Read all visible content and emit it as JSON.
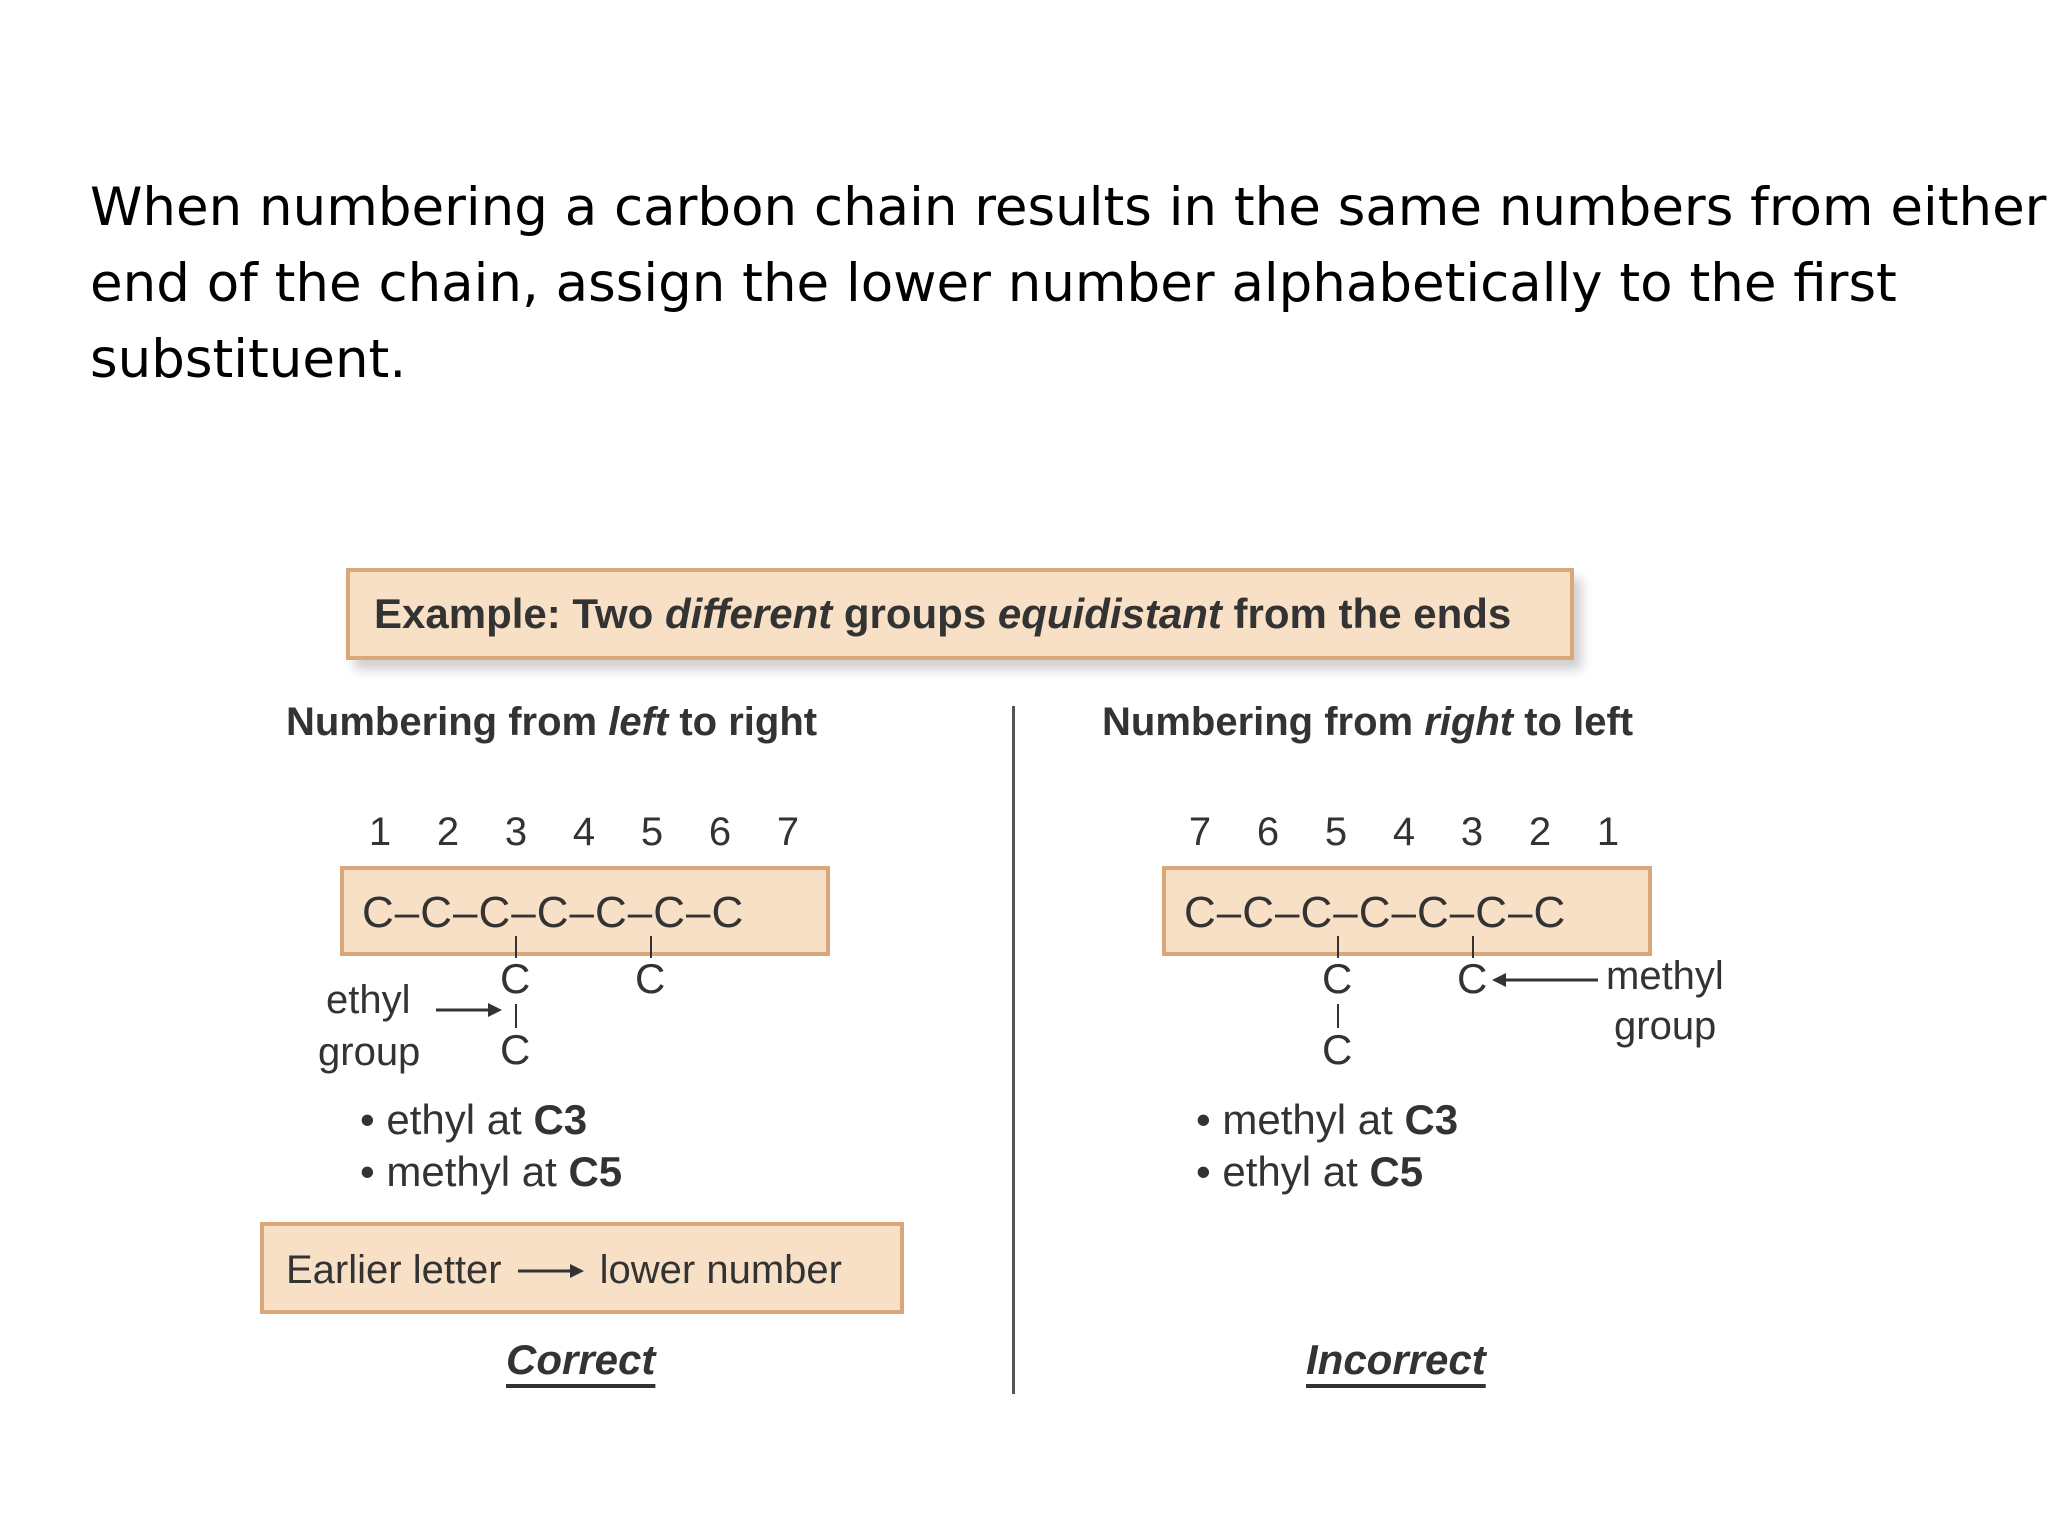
{
  "slide": {
    "lines": [
      "When numbering a carbon chain results in the same numbers from either",
      "end of the chain, assign the lower number alphabetically to the first",
      "substituent."
    ]
  },
  "figure": {
    "example": {
      "prefix": "Example: Two ",
      "em1": "different",
      "middle": " groups ",
      "em2": "equidistant",
      "suffix": " from the ends"
    },
    "left": {
      "heading": {
        "prefix": "Numbering from ",
        "em": "left",
        "suffix": " to right"
      },
      "numbers": [
        "1",
        "2",
        "3",
        "4",
        "5",
        "6",
        "7"
      ],
      "chain": "C–C–C–C–C–C–C",
      "sub_c3_top": "C",
      "sub_c3_bottom": "C",
      "sub_c5": "C",
      "label_line1": "ethyl",
      "label_line2": "group",
      "bullets": [
        {
          "text": "• ethyl at ",
          "bold": "C3"
        },
        {
          "text": "• methyl at ",
          "bold": "C5"
        }
      ],
      "note": {
        "left": "Earlier letter",
        "right": "lower number"
      },
      "verdict": "Correct"
    },
    "right": {
      "heading": {
        "prefix": "Numbering from ",
        "em": "right",
        "suffix": " to left"
      },
      "numbers": [
        "7",
        "6",
        "5",
        "4",
        "3",
        "2",
        "1"
      ],
      "chain": "C–C–C–C–C–C–C",
      "sub_c5_top": "C",
      "sub_c5_bottom": "C",
      "sub_c3": "C",
      "label_line1": "methyl",
      "label_line2": "group",
      "bullets": [
        {
          "text": "• methyl at ",
          "bold": "C3"
        },
        {
          "text": "• ethyl at ",
          "bold": "C5"
        }
      ],
      "verdict": "Incorrect"
    }
  }
}
